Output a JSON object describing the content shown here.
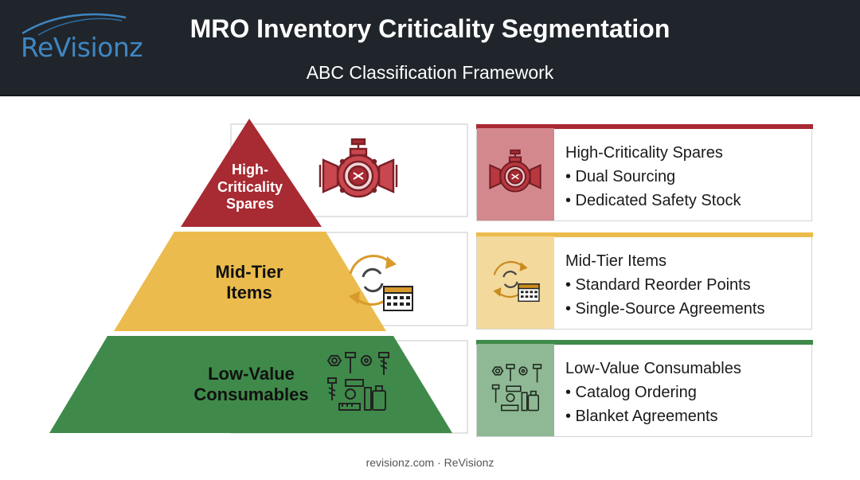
{
  "header": {
    "logo_text": "ReVisionz",
    "title": "MRO Inventory Criticality Segmentation",
    "subtitle": "ABC Classification Framework"
  },
  "tiers": [
    {
      "label_lines": [
        "High-",
        "Criticality",
        "Spares"
      ],
      "icon": "valve-icon"
    },
    {
      "label_lines": [
        "Mid-Tier",
        "Items"
      ],
      "icon": "reorder-cycle-icon"
    },
    {
      "label_lines": [
        "Low-Value",
        "Consumables"
      ],
      "icon": "fasteners-icon"
    }
  ],
  "cards": [
    {
      "title": "High-Criticality Spares",
      "bullets": [
        "• Dual Sourcing",
        "• Dedicated Safety Stock"
      ],
      "icon": "valve-icon"
    },
    {
      "title": "Mid-Tier Items",
      "bullets": [
        "• Standard Reorder Points",
        "• Single-Source Agreements"
      ],
      "icon": "reorder-cycle-icon"
    },
    {
      "title": "Low-Value Consumables",
      "bullets": [
        "• Catalog Ordering",
        "• Blanket Agreements"
      ],
      "icon": "fasteners-icon"
    }
  ],
  "footer": "revisionz.com · ReVisionz",
  "colors": {
    "header_bg": "#20252b",
    "high": "#a82a32",
    "high_tint": "#d3888d",
    "mid": "#ebbc4d",
    "mid_tint": "#f3d99b",
    "low": "#3f8a4a",
    "low_tint": "#8fb994",
    "logo": "#3f86c1"
  }
}
